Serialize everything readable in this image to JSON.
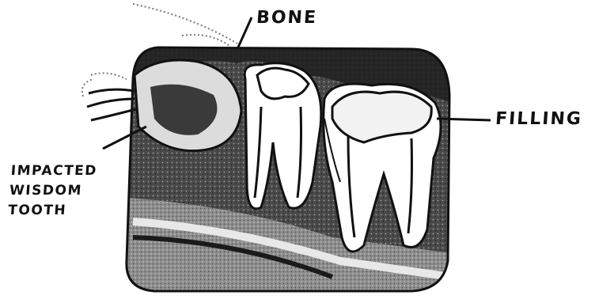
{
  "labels": {
    "bone": "BONE",
    "filling": "FILLING",
    "wisdom_line1": "IMPACTED",
    "wisdom_line2": "WISDOM",
    "wisdom_line3": "TOOTH"
  },
  "colors": {
    "ink": "#111111",
    "bone_dark": "#2a2a2a",
    "bone_mid": "#6b6b6b",
    "bone_light": "#a8a8a8",
    "tooth": "#ffffff",
    "background": "#ffffff"
  }
}
